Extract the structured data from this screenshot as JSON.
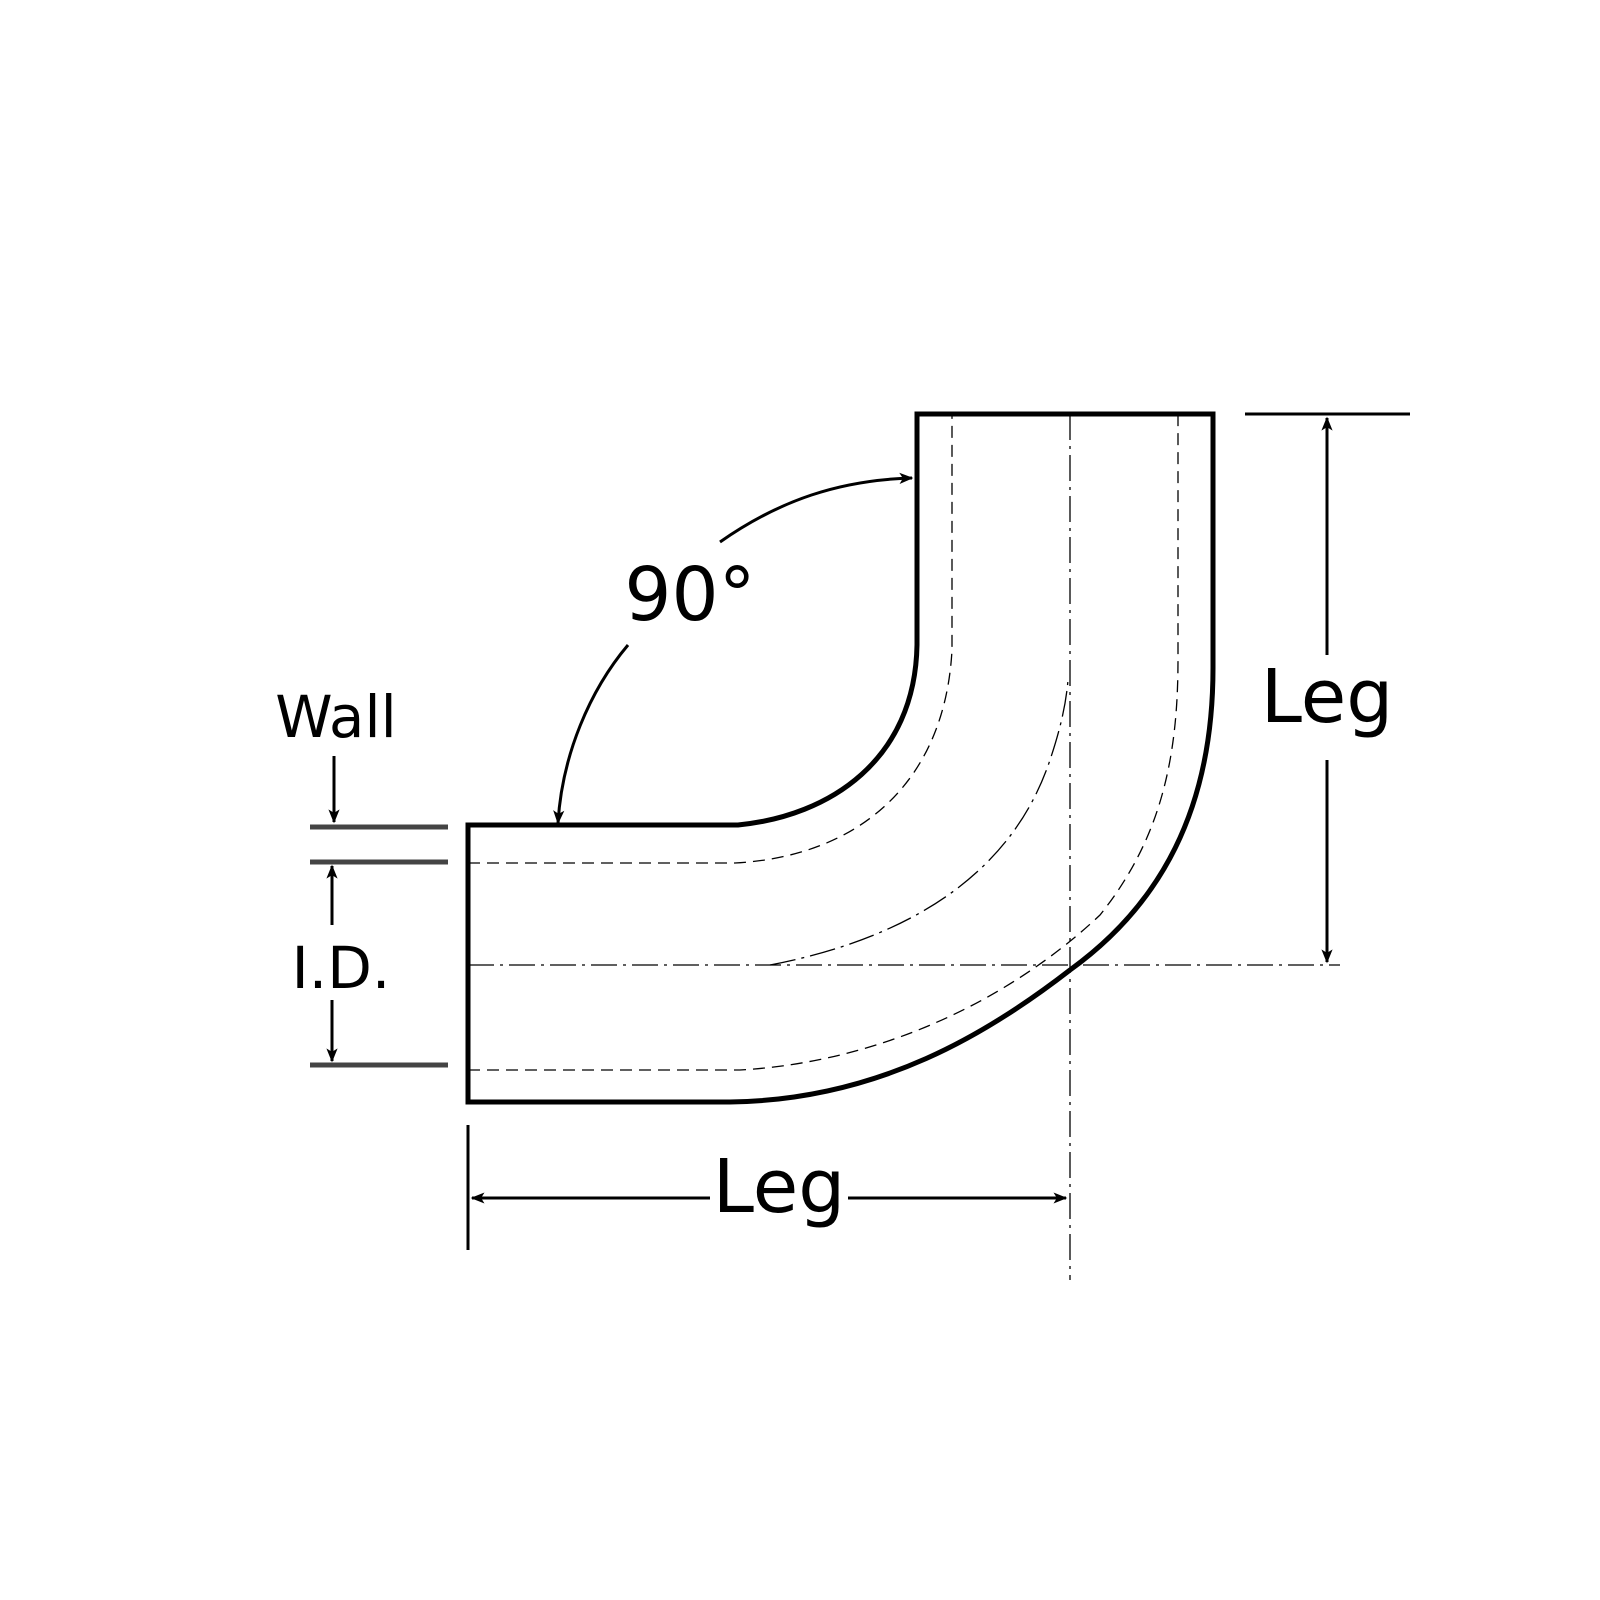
{
  "labels": {
    "angle": "90°",
    "wall": "Wall",
    "inner_diameter": "I.D.",
    "leg_vertical": "Leg",
    "leg_horizontal": "Leg"
  }
}
